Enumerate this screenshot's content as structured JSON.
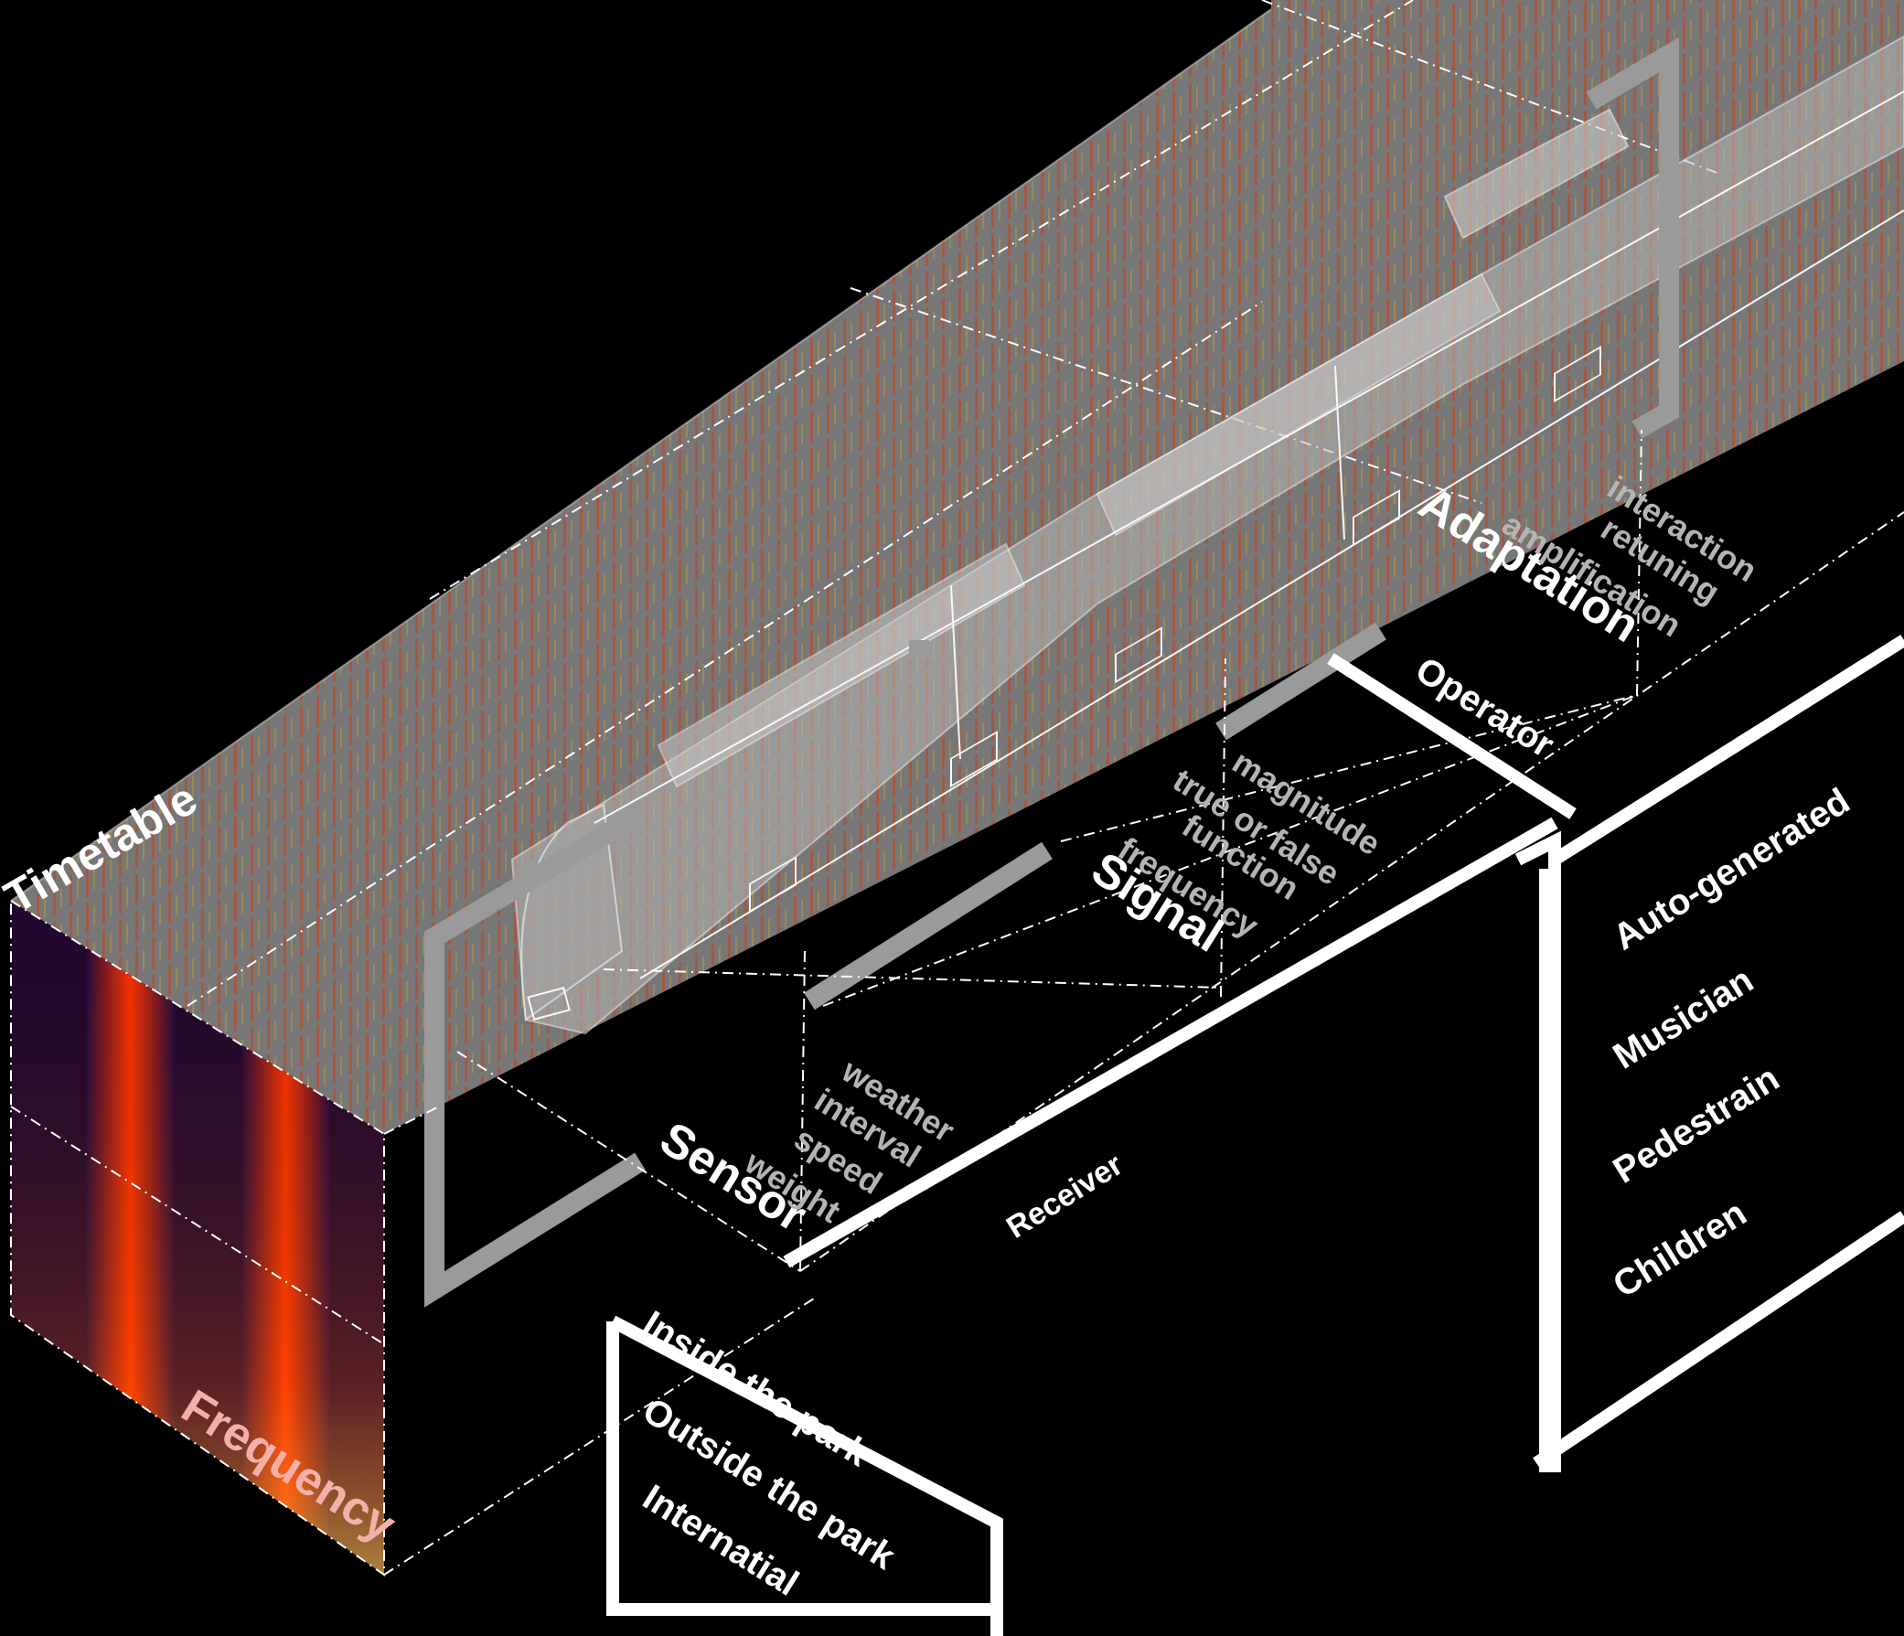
{
  "labels": {
    "timetable": "Timetable",
    "frequency": "Frequency",
    "sensor": "Sensor",
    "signal": "Signal",
    "adaptation": "Adaptation",
    "operator": "Operator",
    "receiver": "Receiver"
  },
  "sensor_params": [
    "weather",
    "interval",
    "speed",
    "weight"
  ],
  "signal_params": [
    "magnitude",
    "true or false",
    "function",
    "frequency"
  ],
  "adaptation_params": [
    "interaction",
    "retuning",
    "amplification"
  ],
  "receiver_options": [
    "Inside the park",
    "Outside the park",
    "Internatial"
  ],
  "operator_options": [
    "Auto-generated",
    "Musician",
    "Pedestrain",
    "Children"
  ],
  "colors": {
    "background": "#000000",
    "box_stroke": "#ffffff",
    "frame_gray": "#9a9a9a",
    "timetable_panel": "#8c8c8c",
    "spectrogram_hot": "#ff3300",
    "spectrogram_cool": "#2a0a3a"
  }
}
